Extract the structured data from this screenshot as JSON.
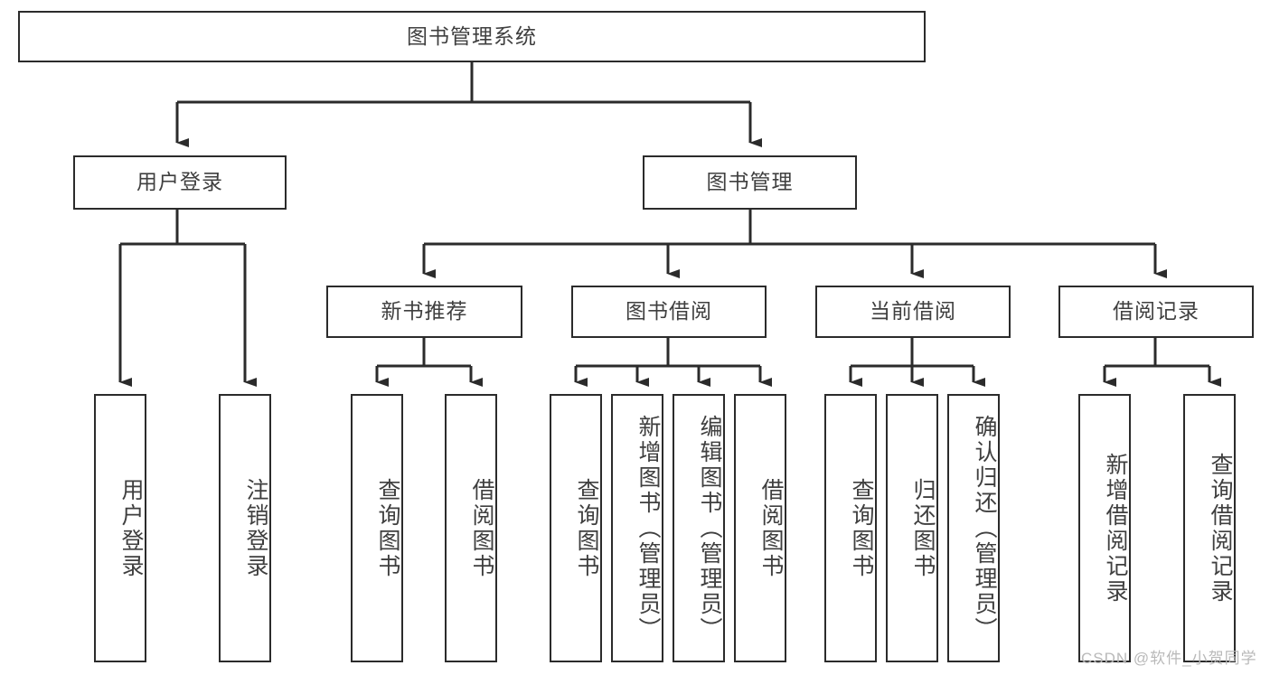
{
  "diagram": {
    "title": "图书管理系统",
    "type": "hierarchy-tree",
    "background_color": "#ffffff",
    "box_border_color": "#2b2b2b",
    "text_color": "#3f3f3f",
    "levels": 3,
    "root": {
      "label": "图书管理系统",
      "orientation": "horizontal"
    },
    "level2": [
      {
        "label": "用户登录",
        "orientation": "horizontal"
      },
      {
        "label": "图书管理",
        "orientation": "horizontal"
      }
    ],
    "level3": [
      {
        "label": "新书推荐",
        "orientation": "horizontal"
      },
      {
        "label": "图书借阅",
        "orientation": "horizontal"
      },
      {
        "label": "当前借阅",
        "orientation": "horizontal"
      },
      {
        "label": "借阅记录",
        "orientation": "horizontal"
      }
    ],
    "leaves": [
      {
        "label": "用户登录",
        "orientation": "vertical",
        "parent": "用户登录"
      },
      {
        "label": "注销登录",
        "orientation": "vertical",
        "parent": "用户登录"
      },
      {
        "label": "查询图书",
        "orientation": "vertical",
        "parent": "新书推荐"
      },
      {
        "label": "借阅图书",
        "orientation": "vertical",
        "parent": "新书推荐"
      },
      {
        "label": "查询图书",
        "orientation": "vertical",
        "parent": "图书借阅"
      },
      {
        "label": "新增图书（管理员）",
        "orientation": "vertical",
        "parent": "图书借阅"
      },
      {
        "label": "编辑图书（管理员）",
        "orientation": "vertical",
        "parent": "图书借阅"
      },
      {
        "label": "借阅图书",
        "orientation": "vertical",
        "parent": "图书借阅"
      },
      {
        "label": "查询图书",
        "orientation": "vertical",
        "parent": "当前借阅"
      },
      {
        "label": "归还图书",
        "orientation": "vertical",
        "parent": "当前借阅"
      },
      {
        "label": "确认归还（管理员）",
        "orientation": "vertical",
        "parent": "当前借阅"
      },
      {
        "label": "新增借阅记录",
        "orientation": "vertical",
        "parent": "借阅记录"
      },
      {
        "label": "查询借阅记录",
        "orientation": "vertical",
        "parent": "借阅记录"
      }
    ]
  },
  "watermark": {
    "text": "CSDN @软件_小贺同学",
    "color": "#b9b9b9"
  }
}
